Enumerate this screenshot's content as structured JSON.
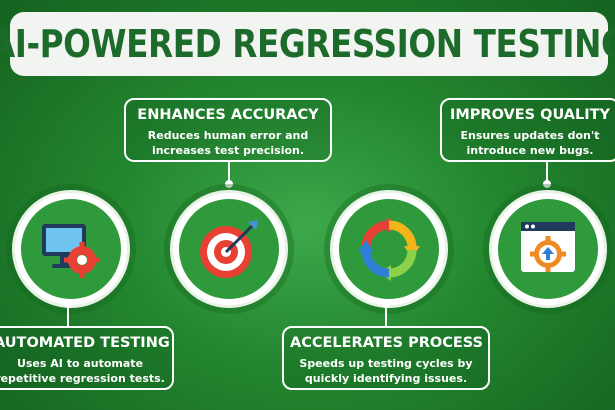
{
  "title": "AI-POWERED REGRESSION TESTING",
  "cards": {
    "enhances": {
      "title": "ENHANCES ACCURACY",
      "desc": "Reduces human error and increases test precision."
    },
    "improves": {
      "title": "IMPROVES QUALITY",
      "desc": "Ensures updates don't introduce new bugs."
    },
    "automated": {
      "title": "AUTOMATED TESTING",
      "desc": "Uses AI to automate repetitive regression tests."
    },
    "accelerates": {
      "title": "ACCELERATES PROCESS",
      "desc": "Speeds up testing cycles by quickly identifying issues."
    }
  },
  "icons": [
    "monitor-gear-icon",
    "target-arrow-icon",
    "recycle-arrows-icon",
    "browser-gear-upload-icon"
  ],
  "colors": {
    "background": "#23862f",
    "title": "#1d6b2a",
    "node": "#2e9a3c"
  }
}
